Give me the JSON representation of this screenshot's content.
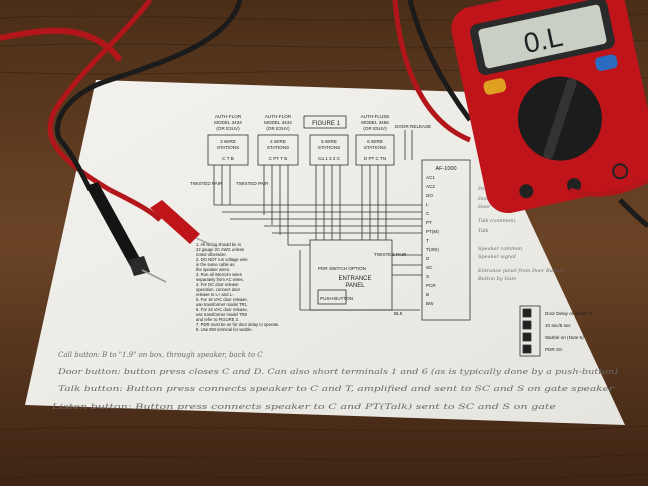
{
  "diagram": {
    "figure_label": "FIGURE 1",
    "stations": [
      {
        "brand": "AUTH-FLOR",
        "model": "MODEL 3434",
        "suffix": "(OR E3UV)",
        "wire": "3 WIRE",
        "kind": "STATIONS",
        "terms": "C  T  B"
      },
      {
        "brand": "AUTH-FLOR",
        "model": "MODEL 3434",
        "suffix": "(OR E3UV)",
        "wire": "4 WIRE",
        "kind": "STATIONS",
        "terms": "C  PT  T  B"
      },
      {
        "brand": "",
        "model": "",
        "suffix": "",
        "wire": "5 WIRE",
        "kind": "STATIONS",
        "terms": "Ca  1  3  2  C"
      },
      {
        "brand": "AUTH-FLUSE",
        "model": "MODEL 3456",
        "suffix": "(OR E5UV)",
        "wire": "6 WIRE",
        "kind": "STATIONS",
        "terms": "D  PT  C  TN"
      }
    ],
    "twisted_pair": "TWISTED PAIR",
    "door_release": "DOOR RELEASE",
    "unit_title": "AF-1000",
    "terminals": [
      "AC1",
      "AC2",
      "DO",
      "L",
      "C",
      "PT",
      "PT(M)",
      "T",
      "T(3W)",
      "D",
      "SC",
      "S",
      "PCR",
      "B",
      "BW"
    ],
    "entrance_title": "ENTRANCE",
    "entrance_sub": "PANEL",
    "switch_label": "PDR SWITCH OPTION",
    "push_label": "PUSH-BUTTON",
    "blk_label": "BLK",
    "notes": [
      "1. All wiring should be in",
      "   22 gauge 2C AWG unless",
      "   noted otherwise.",
      "2. DO NOT run voltage wire",
      "   in the same cable as",
      "   the speaker wires.",
      "3. Run all intercom wires",
      "   separately from AC wires.",
      "4. For DC door release",
      "   operation, connect door",
      "   release to L+ and L-.",
      "5. For 16 VAC door release,",
      "   use transformer model TR1.",
      "6. For 24 VAC door release,",
      "   use transformer model TR8",
      "   and refer to FIGURE 3.",
      "7. PDR must be on for door delay to operate.",
      "8. Use BW terminal for warble."
    ],
    "dip_switches": [
      "Door Delay on (Note 7)",
      "10 sec/5 sec",
      "Warble on (Note 5)",
      "PDR On"
    ],
    "margin_notes": [
      "Power (AC)",
      "Door relay out",
      "Door",
      "Talk (common)",
      "Talk",
      "Speaker common",
      "Speaker signal",
      "Entrance panel from Door Button",
      "Button by Gate"
    ]
  },
  "handwritten": [
    "Call button: B to \"1.9\" on box, through speaker, back to C",
    "Door button: button press closes C and D. Can also short terminals 1 and 6 (as is typically done by a push-button)",
    "Talk button: Button press connects speaker to C and T, amplified and sent to SC and S on gate speaker",
    "Listen button: Button press connects speaker to C and PT(Talk) sent to SC and S on gate"
  ],
  "multimeter": {
    "display": "0.L",
    "colors": {
      "body": "#c0141b",
      "dark": "#2a2a2a",
      "lcd": "#c9cfc4"
    }
  },
  "colors": {
    "wood": "#5a3a22",
    "paper": "#f4f3ef",
    "red_lead": "#b3161a",
    "black_lead": "#1b1b1b"
  }
}
